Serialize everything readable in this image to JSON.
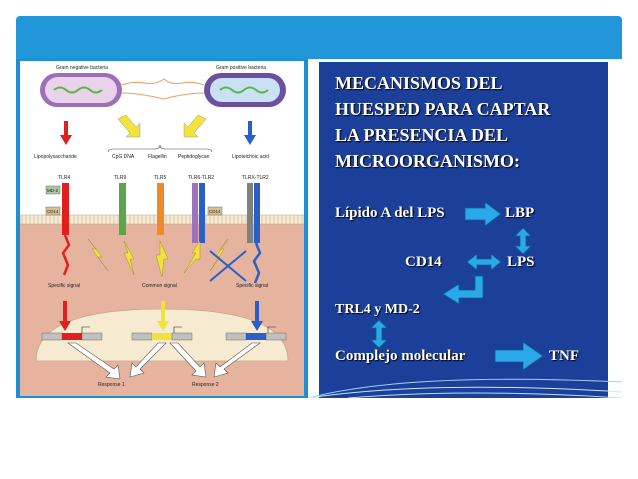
{
  "diagram": {
    "gram_negative": "Gram negative bacteria",
    "gram_positive": "Gram positive bacteria",
    "ligands": [
      "Lipopolysaccharide",
      "CpG DNA",
      "Flagellin",
      "Peptidoglycan",
      "Lipoteichoic acid"
    ],
    "receptors": [
      "TLR4",
      "TLR9",
      "TLR5",
      "TLR6-TLR2",
      "TLRX-TLR2"
    ],
    "md2": "MD-2",
    "cd14": "CD14",
    "specific_signal": "Specific signal",
    "common_signal": "Common signal",
    "response1": "Response 1",
    "response2": "Response 2",
    "colors": {
      "red": "#e02020",
      "green": "#5aa64a",
      "orange": "#f08a28",
      "violet": "#a070c0",
      "blue": "#2a5fc8",
      "yellow": "#f2e23a",
      "cell": "#e6b49e"
    }
  },
  "mechanisms": {
    "title_lines": [
      "MECANISMOS DEL",
      "HUESPED PARA CAPTAR",
      "LA PRESENCIA DEL",
      "MICROORGANISMO:"
    ],
    "lipid_a": "Lípido A del LPS",
    "lbp": "LBP",
    "cd14": "CD14",
    "lps": "LPS",
    "trl4": "TRL4 y MD-2",
    "complejo": "Complejo molecular",
    "tnf": "TNF",
    "arrow_color": "#2aa8e8"
  }
}
